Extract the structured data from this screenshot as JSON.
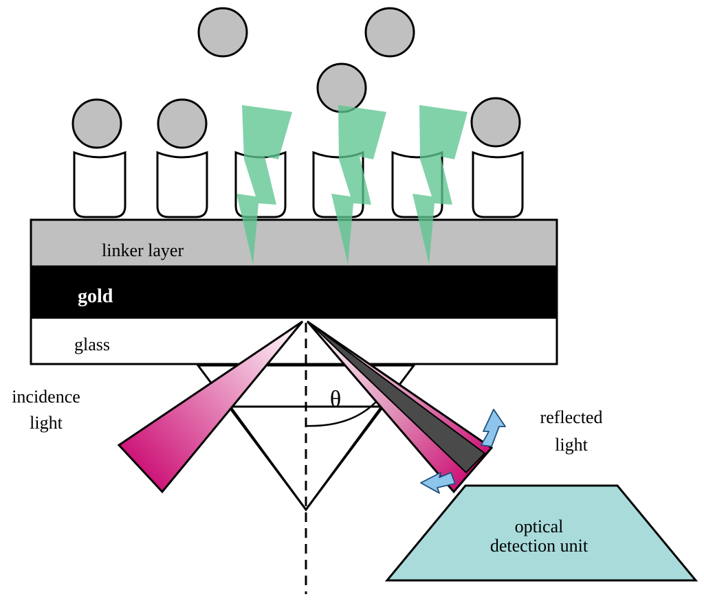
{
  "layers": {
    "linker": "linker layer",
    "gold": "gold",
    "glass": "glass"
  },
  "labels": {
    "incidence_line1": "incidence",
    "incidence_line2": "light",
    "reflected_line1": "reflected",
    "reflected_line2": "light",
    "angle": "θ",
    "detector_line1": "optical",
    "detector_line2": "detection unit"
  },
  "colors": {
    "linker": "#c0c0c0",
    "gold": "#000000",
    "analyte": "#c0c0c0",
    "antibody": "#5ec58f",
    "beam": "#cc0f74",
    "reflected_dark": "#4a4a4a",
    "arrow": "#8ec5ec",
    "detector": "#aadbdb"
  }
}
